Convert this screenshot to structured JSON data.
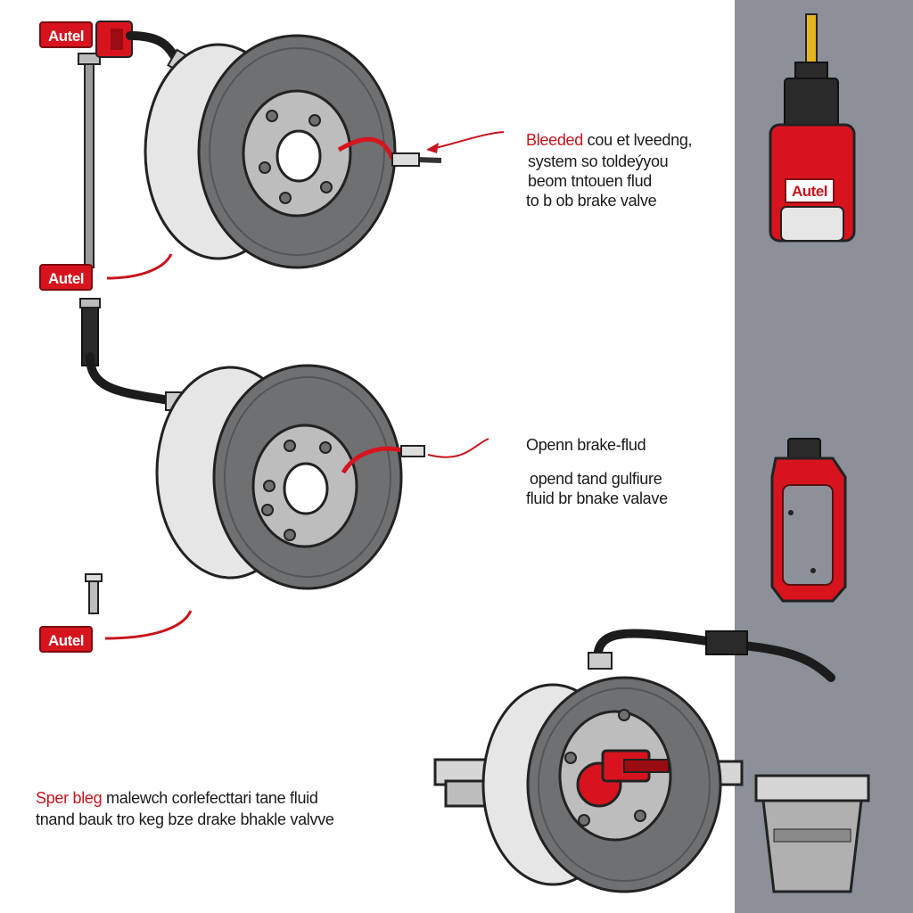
{
  "brand_badges": {
    "top": "Autel",
    "middle": "Autel",
    "lower": "Autel",
    "device": "Autel"
  },
  "callouts": {
    "callout_1": {
      "line1_red": "Bleeded",
      "line1_rest": " cou et lveedng,",
      "line2": "system so toldeýyou",
      "line3": "beom tntouen flud",
      "line4": "to b ob brake valve"
    },
    "callout_2": {
      "line1_red": "Openn brake-flud",
      "line2": "opend tand gulfiure",
      "line3": "fluid br bnake valave"
    },
    "callout_3": {
      "line1_red": "Sper bleg",
      "line1_rest": " malewch corlefecttari tane fluid",
      "line2": "tnand bauk tro keg bze drake bhakle valvve"
    }
  },
  "colors": {
    "accent_red": "#d7141e",
    "side_panel": "#8c9098",
    "rotor_grey": "#6e7072",
    "hose_black": "#1c1c1c"
  },
  "icons": {
    "rotor": "brake-rotor-icon",
    "scan_tool": "obd-scan-tool-icon",
    "bleeder": "bleeder-device-icon",
    "fluid_cup": "fluid-container-icon"
  }
}
